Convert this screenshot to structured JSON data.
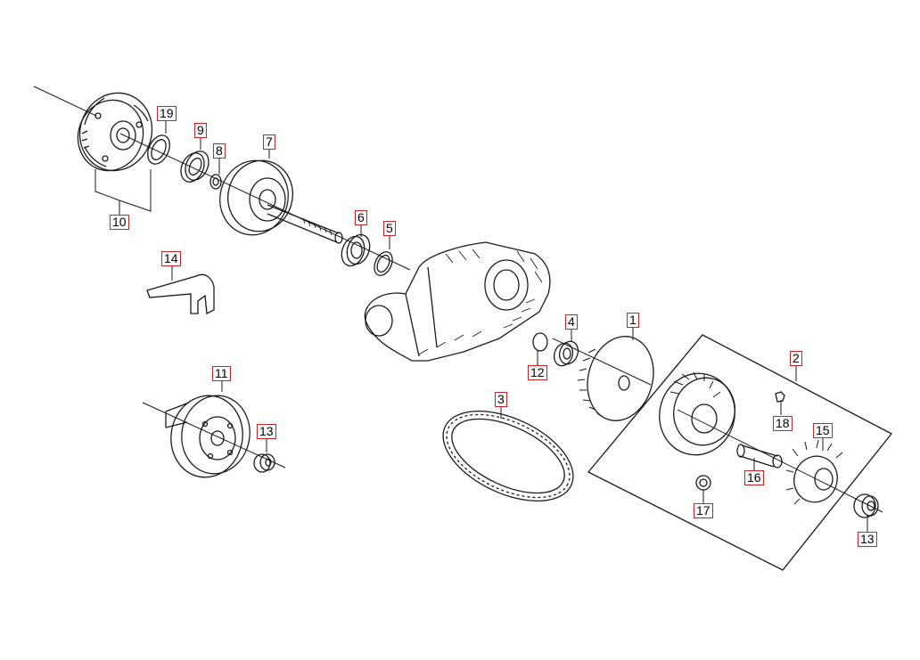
{
  "diagram": {
    "callouts": {
      "p1": "1",
      "p2": "2",
      "p3": "3",
      "p4": "4",
      "p5": "5",
      "p6": "6",
      "p7": "7",
      "p8": "8",
      "p9": "9",
      "p10": "10",
      "p11": "11",
      "p12": "12",
      "p13a": "13",
      "p13b": "13",
      "p14": "14",
      "p15": "15",
      "p16": "16",
      "p17": "17",
      "p18": "18",
      "p19": "19"
    },
    "colors": {
      "line": "#1a1a1a",
      "callout_border": "#cc2222",
      "background": "#ffffff"
    }
  }
}
